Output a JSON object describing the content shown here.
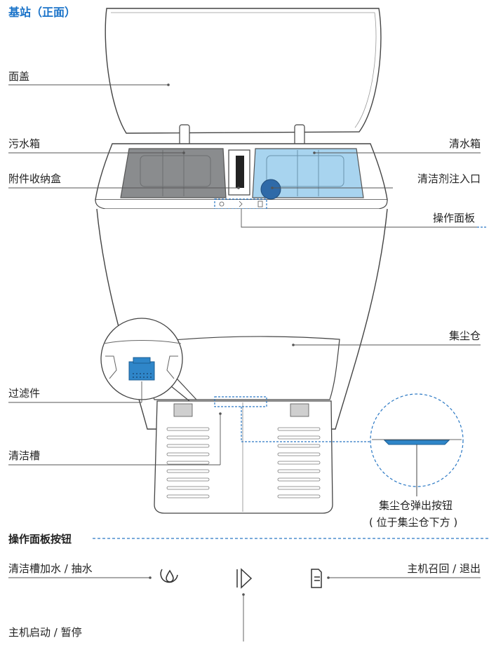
{
  "title": "基站（正面）",
  "labels": {
    "lid": "面盖",
    "dirty_tank": "污水箱",
    "clean_tank": "清水箱",
    "accessory_box": "附件收纳盒",
    "detergent_inlet": "清洁剂注入口",
    "control_panel": "操作面板",
    "dust_bin": "集尘仓",
    "filter": "过滤件",
    "cleaning_tray": "清洁槽",
    "dust_bin_eject": "集尘仓弹出按钮",
    "dust_bin_eject_note": "( 位于集尘仓下方 )"
  },
  "buttons_section": {
    "title": "操作面板按钮",
    "fill_drain": "清洁槽加水 / 抽水",
    "recall_exit": "主机召回 / 退出",
    "start_pause": "主机启动 / 暂停"
  },
  "colors": {
    "accent": "#1a73c9",
    "clean_tank": "#a8d4ef",
    "dirty_tank": "#8a8c8e",
    "filter": "#2f86c9",
    "dashed": "#2a78c4"
  },
  "icons": {
    "fill_drain": "water-drop-cycle-icon",
    "start_pause": "play-pause-icon",
    "recall_exit": "dock-return-icon"
  }
}
